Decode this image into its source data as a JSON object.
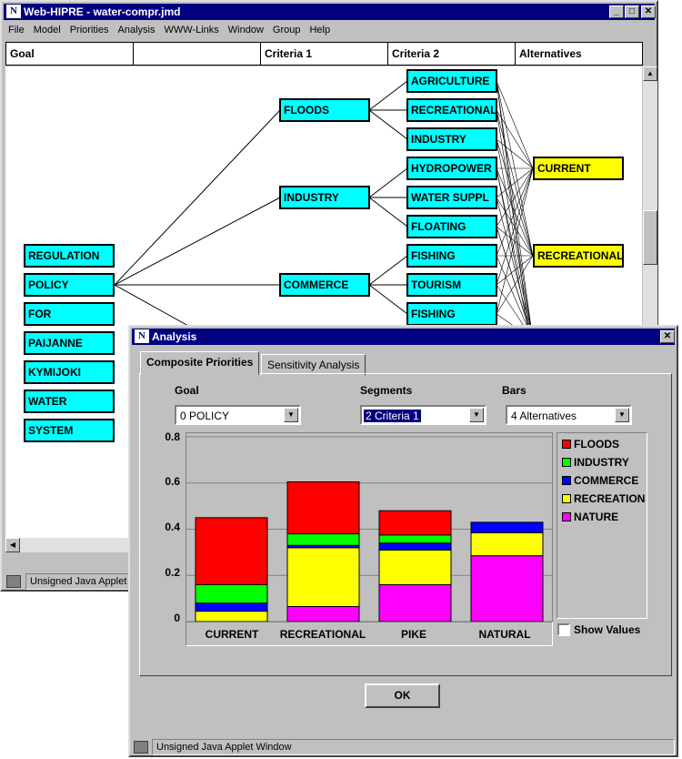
{
  "main_window": {
    "title": "Web-HIPRE - water-compr.jmd",
    "menu": [
      "File",
      "Model",
      "Priorities",
      "Analysis",
      "WWW-Links",
      "Window",
      "Group",
      "Help"
    ],
    "columns": [
      "Goal",
      "",
      "Criteria 1",
      "Criteria 2",
      "Alternatives"
    ],
    "goal_nodes": [
      "REGULATION",
      "POLICY",
      "FOR",
      "PAIJANNE",
      "KYMIJOKI",
      "WATER",
      "SYSTEM"
    ],
    "criteria1_nodes": [
      "FLOODS",
      "INDUSTRY",
      "COMMERCE"
    ],
    "criteria2_nodes": [
      "AGRICULTURE",
      "RECREATIONAL",
      "INDUSTRY",
      "HYDROPOWER",
      "WATER SUPPL",
      "FLOATING",
      "FISHING",
      "TOURISM",
      "FISHING"
    ],
    "alternative_nodes": [
      "CURRENT",
      "RECREATIONAL"
    ],
    "status": "Unsigned Java Applet Window"
  },
  "analysis_dialog": {
    "title": "Analysis",
    "tabs": [
      "Composite Priorities",
      "Sensitivity Analysis"
    ],
    "goal_label": "Goal",
    "goal_value": "0 POLICY",
    "segments_label": "Segments",
    "segments_value": "2 Criteria 1",
    "bars_label": "Bars",
    "bars_value": "4 Alternatives",
    "show_values_label": "Show Values",
    "ok_label": "OK",
    "status": "Unsigned Java Applet Window"
  },
  "colors": {
    "node_cyan": "#00ffff",
    "node_yellow": "#ffff00",
    "title_blue": "#000080"
  },
  "chart_data": {
    "type": "bar",
    "stacked": true,
    "categories": [
      "CURRENT",
      "RECREATIONAL",
      "PIKE",
      "NATURAL"
    ],
    "ylim": [
      0,
      0.8
    ],
    "yticks": [
      "0",
      "0.2",
      "0.4",
      "0.6",
      "0.8"
    ],
    "series": [
      {
        "name": "NATURE",
        "color": "#ff00ff",
        "values": [
          0.0,
          0.065,
          0.16,
          0.285
        ]
      },
      {
        "name": "RECREATION",
        "color": "#ffff00",
        "values": [
          0.045,
          0.255,
          0.15,
          0.1
        ]
      },
      {
        "name": "COMMERCE",
        "color": "#0000ff",
        "values": [
          0.035,
          0.01,
          0.03,
          0.045
        ]
      },
      {
        "name": "INDUSTRY",
        "color": "#00ff00",
        "values": [
          0.08,
          0.05,
          0.035,
          0.0
        ]
      },
      {
        "name": "FLOODS",
        "color": "#ff0000",
        "values": [
          0.29,
          0.225,
          0.105,
          0.0
        ]
      }
    ],
    "legend": [
      {
        "name": "FLOODS",
        "color": "#ff0000"
      },
      {
        "name": "INDUSTRY",
        "color": "#00ff00"
      },
      {
        "name": "COMMERCE",
        "color": "#0000ff"
      },
      {
        "name": "RECREATION",
        "color": "#ffff00"
      },
      {
        "name": "NATURE",
        "color": "#ff00ff"
      }
    ]
  }
}
